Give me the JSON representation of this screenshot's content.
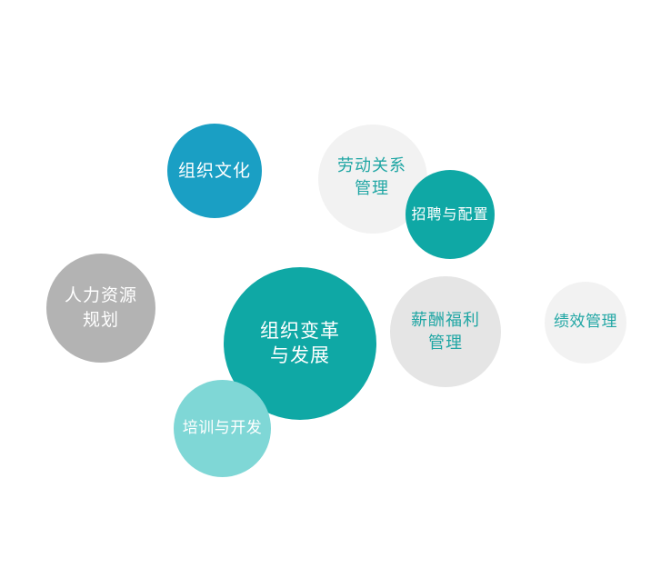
{
  "bubbles": {
    "culture": {
      "label": "组织文化"
    },
    "labor_relations": {
      "label": "劳动关系\n管理"
    },
    "recruitment": {
      "label": "招聘与配置"
    },
    "hr_planning": {
      "label": "人力资源\n规划"
    },
    "org_change": {
      "label": "组织变革\n与发展"
    },
    "compensation": {
      "label": "薪酬福利\n管理"
    },
    "performance": {
      "label": "绩效管理"
    },
    "training": {
      "label": "培训与开发"
    }
  },
  "colors": {
    "blue": "#1a9fc4",
    "teal": "#0fa8a5",
    "light_teal": "#7fd7d6",
    "gray": "#b3b3b3",
    "light_gray": "#e5e5e5",
    "lighter_gray": "#f2f2f2",
    "teal_text": "#20a6a4",
    "white_text": "#ffffff"
  }
}
